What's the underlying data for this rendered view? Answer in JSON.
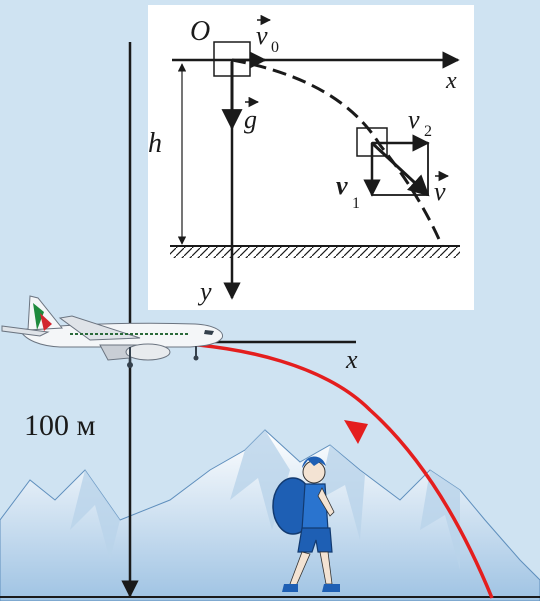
{
  "inset": {
    "origin_label": "O",
    "v0_label": "v",
    "v0_sub": "0",
    "x_label": "x",
    "y_label": "y",
    "g_label": "g",
    "h_label": "h",
    "v1_label": "v",
    "v1_sub": "1",
    "v2_label": "v",
    "v2_sub": "2",
    "v_label": "v"
  },
  "scene": {
    "height_label": "100 м",
    "x_label": "x"
  },
  "colors": {
    "sky": "#cfe3f2",
    "trajectory": "#e41e1e",
    "ink": "#1a1a1a",
    "inset_bg": "#ffffff"
  },
  "icons": [
    "airplane-icon",
    "hiker-icon",
    "mountains-icon"
  ]
}
